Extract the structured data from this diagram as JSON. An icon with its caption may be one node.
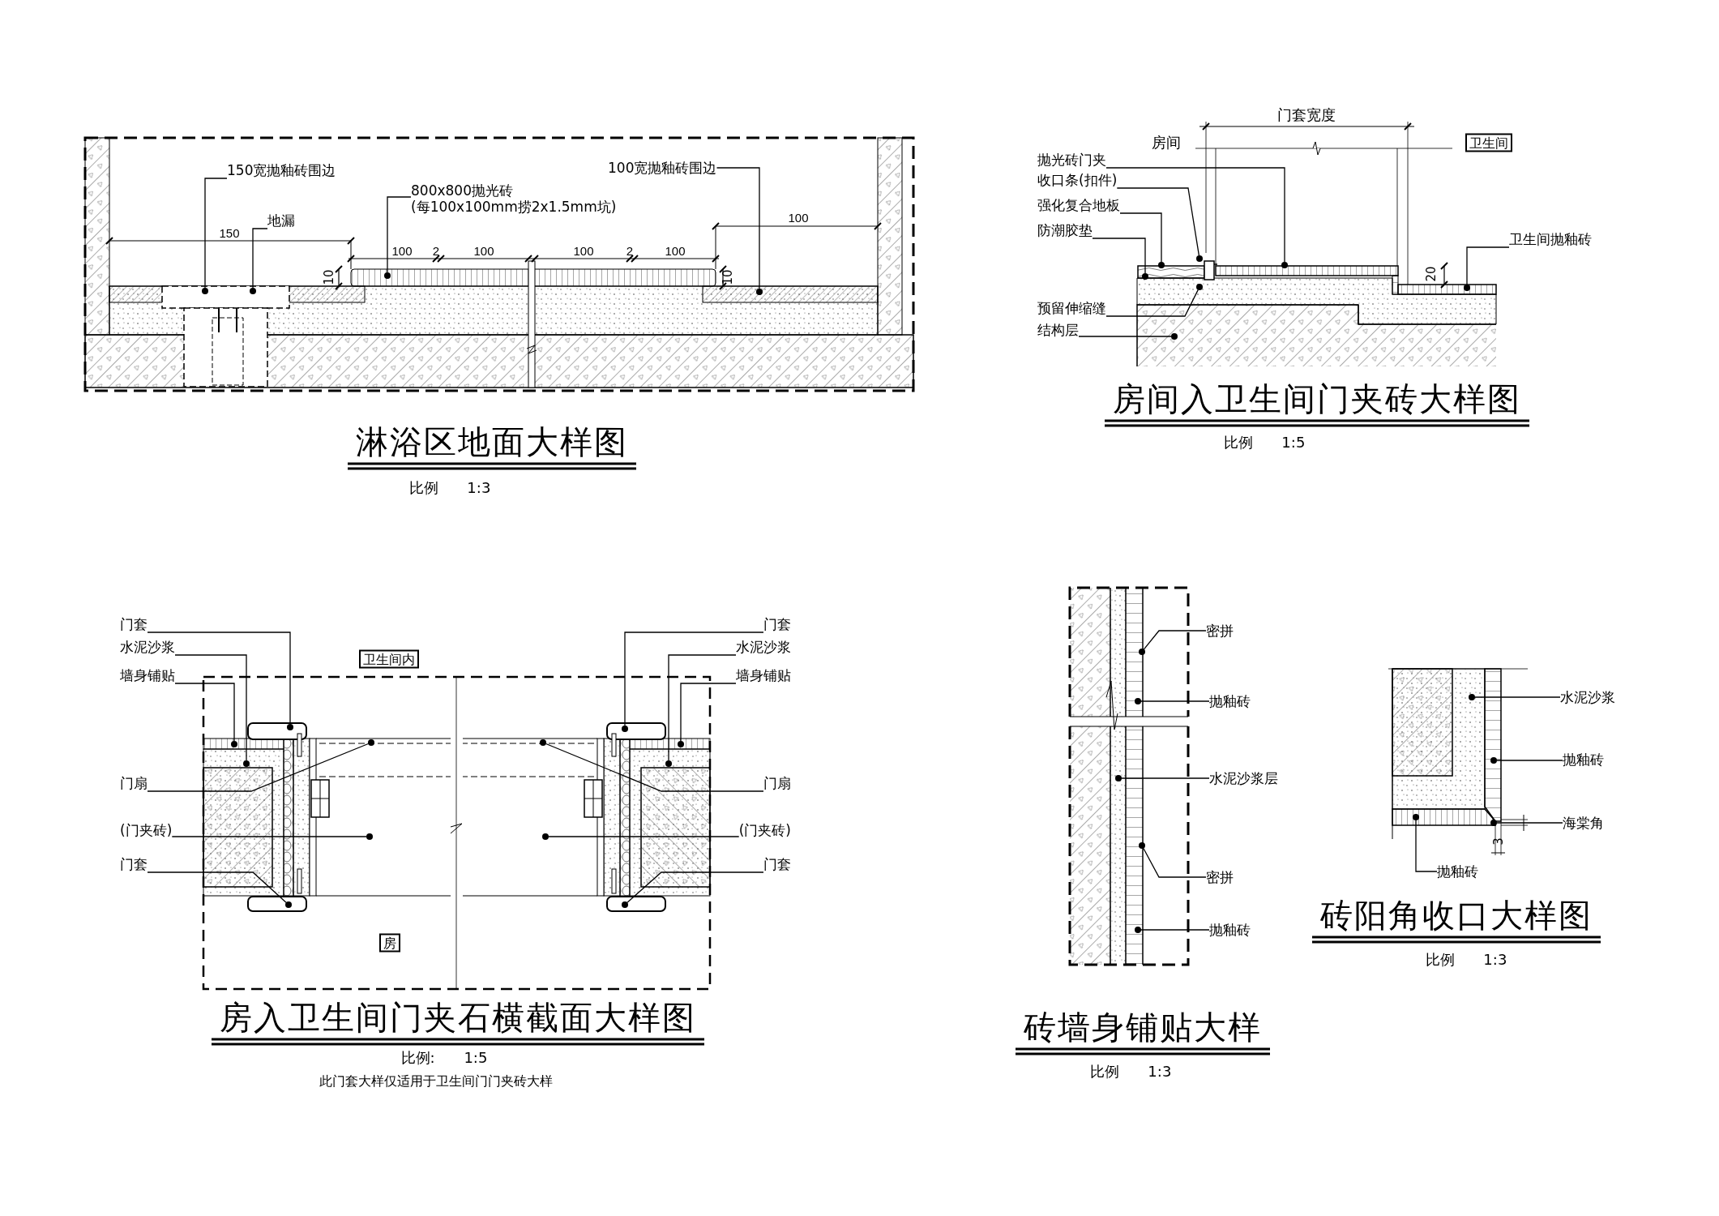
{
  "diagram": {
    "nodes": [
      {
        "text": [
          "150宽抛釉砖围边"
        ]
      },
      {
        "text": [
          "地漏"
        ]
      },
      {
        "text": [
          "800x800抛光砖",
          "(每100x100mm捞2x1.5mm坑)"
        ]
      },
      {
        "text": [
          "100宽抛釉砖围边"
        ]
      },
      {
        "text": [
          "卫生间"
        ]
      },
      {
        "text": [
          "抛光砖门夹"
        ]
      },
      {
        "text": [
          "收口条(扣件)"
        ]
      },
      {
        "text": [
          "强化复合地板"
        ]
      },
      {
        "text": [
          "防潮胶垫"
        ]
      },
      {
        "text": [
          "预留伸缩缝"
        ]
      },
      {
        "text": [
          "结构层"
        ]
      },
      {
        "text": [
          "卫生间抛釉砖"
        ]
      },
      {
        "text": [
          "卫生间内"
        ]
      },
      {
        "text": [
          "门套"
        ]
      },
      {
        "text": [
          "水泥沙浆"
        ]
      },
      {
        "text": [
          "墙身铺贴"
        ]
      },
      {
        "text": [
          "门扇"
        ]
      },
      {
        "text": [
          "(门夹砖)"
        ]
      },
      {
        "text": [
          "门套"
        ]
      },
      {
        "text": [
          "门套"
        ]
      },
      {
        "text": [
          "水泥沙浆"
        ]
      },
      {
        "text": [
          "墙身铺贴"
        ]
      },
      {
        "text": [
          "门扇"
        ]
      },
      {
        "text": [
          "(门夹砖)"
        ]
      },
      {
        "text": [
          "门套"
        ]
      },
      {
        "text": [
          "房"
        ]
      },
      {
        "text": [
          "密拼"
        ]
      },
      {
        "text": [
          "抛釉砖"
        ]
      },
      {
        "text": [
          "水泥沙浆层"
        ]
      },
      {
        "text": [
          "密拼"
        ]
      },
      {
        "text": [
          "抛釉砖"
        ]
      },
      {
        "text": [
          "水泥沙浆"
        ]
      },
      {
        "text": [
          "抛釉砖"
        ]
      },
      {
        "text": [
          "海棠角"
        ]
      },
      {
        "text": [
          "抛釉砖"
        ]
      },
      {
        "text": [],
        "shape": "circle"
      },
      {
        "text": [],
        "shape": "circle"
      },
      {
        "text": [],
        "shape": "circle"
      },
      {
        "text": [],
        "shape": "circle"
      },
      {
        "text": [],
        "shape": "circle"
      },
      {
        "text": [],
        "shape": "circle"
      },
      {
        "text": [],
        "shape": "circle"
      },
      {
        "text": [],
        "shape": "circle"
      },
      {
        "text": [],
        "shape": "circle"
      },
      {
        "text": [],
        "shape": "circle"
      },
      {
        "text": [],
        "shape": "circle"
      },
      {
        "text": [],
        "shape": "circle"
      },
      {
        "text": [],
        "shape": "circle"
      },
      {
        "text": [],
        "shape": "circle"
      },
      {
        "text": [],
        "shape": "circle"
      },
      {
        "text": [],
        "shape": "circle"
      },
      {
        "text": [],
        "shape": "circle"
      },
      {
        "text": [],
        "shape": "circle"
      },
      {
        "text": [],
        "shape": "circle"
      },
      {
        "text": [],
        "shape": "circle"
      },
      {
        "text": [],
        "shape": "circle"
      },
      {
        "text": [],
        "shape": "circle"
      },
      {
        "text": [],
        "shape": "circle"
      },
      {
        "text": [],
        "shape": "circle"
      },
      {
        "text": [],
        "shape": "circle"
      },
      {
        "text": [],
        "shape": "circle"
      },
      {
        "text": [],
        "shape": "circle"
      },
      {
        "text": [],
        "shape": "circle"
      },
      {
        "text": [],
        "shape": "circle"
      },
      {
        "text": [],
        "shape": "circle"
      },
      {
        "text": [],
        "shape": "circle"
      },
      {
        "text": [],
        "shape": "circle"
      }
    ],
    "edges": [
      {
        "from": 0,
        "to": 35,
        "arrow": "none"
      },
      {
        "from": 1,
        "to": 36,
        "arrow": "none"
      },
      {
        "from": 2,
        "to": 37,
        "arrow": "none"
      },
      {
        "from": 3,
        "to": 38,
        "arrow": "none"
      },
      {
        "from": 5,
        "to": 39,
        "arrow": "none"
      },
      {
        "from": 6,
        "to": 40,
        "arrow": "none"
      },
      {
        "from": 7,
        "to": 41,
        "arrow": "none"
      },
      {
        "from": 8,
        "to": 42,
        "arrow": "none"
      },
      {
        "from": 9,
        "to": 43,
        "arrow": "none"
      },
      {
        "from": 10,
        "to": 44,
        "arrow": "none"
      },
      {
        "from": 11,
        "to": 45,
        "arrow": "none"
      },
      {
        "from": 13,
        "to": 46,
        "arrow": "none"
      },
      {
        "from": 14,
        "to": 47,
        "arrow": "none"
      },
      {
        "from": 15,
        "to": 48,
        "arrow": "none"
      },
      {
        "from": 16,
        "to": 49,
        "arrow": "none"
      },
      {
        "from": 17,
        "to": 50,
        "arrow": "none"
      },
      {
        "from": 18,
        "to": 51,
        "arrow": "none"
      },
      {
        "from": 19,
        "to": 52,
        "arrow": "none"
      },
      {
        "from": 20,
        "to": 53,
        "arrow": "none"
      },
      {
        "from": 21,
        "to": 54,
        "arrow": "none"
      },
      {
        "from": 22,
        "to": 55,
        "arrow": "none"
      },
      {
        "from": 23,
        "to": 56,
        "arrow": "none"
      },
      {
        "from": 24,
        "to": 57,
        "arrow": "none"
      },
      {
        "from": 26,
        "to": 58,
        "arrow": "none"
      },
      {
        "from": 27,
        "to": 59,
        "arrow": "none"
      },
      {
        "from": 28,
        "to": 60,
        "arrow": "none"
      },
      {
        "from": 29,
        "to": 61,
        "arrow": "none"
      },
      {
        "from": 30,
        "to": 62,
        "arrow": "none"
      },
      {
        "from": 31,
        "to": 63,
        "arrow": "none"
      },
      {
        "from": 32,
        "to": 64,
        "arrow": "none"
      },
      {
        "from": 33,
        "to": 65,
        "arrow": "none"
      },
      {
        "from": 34,
        "to": 66,
        "arrow": "none"
      }
    ],
    "labels": [
      "150",
      "100",
      "100",
      "2",
      "100",
      "100",
      "2",
      "100",
      "10",
      "10",
      "淋浴区地面大样图",
      "比例 1:3",
      "门套宽度",
      "房间",
      "20",
      "房间入卫生间门夹砖大样图",
      "比例 1:5",
      "房入卫生间门夹石横截面大样图",
      "比例: 1:5",
      "此门套大样仅适用于卫生间门门夹砖大样",
      "砖墙身铺贴大样",
      "比例 1:3",
      "3",
      "砖阳角收口大样图",
      "比例 1:3"
    ]
  }
}
